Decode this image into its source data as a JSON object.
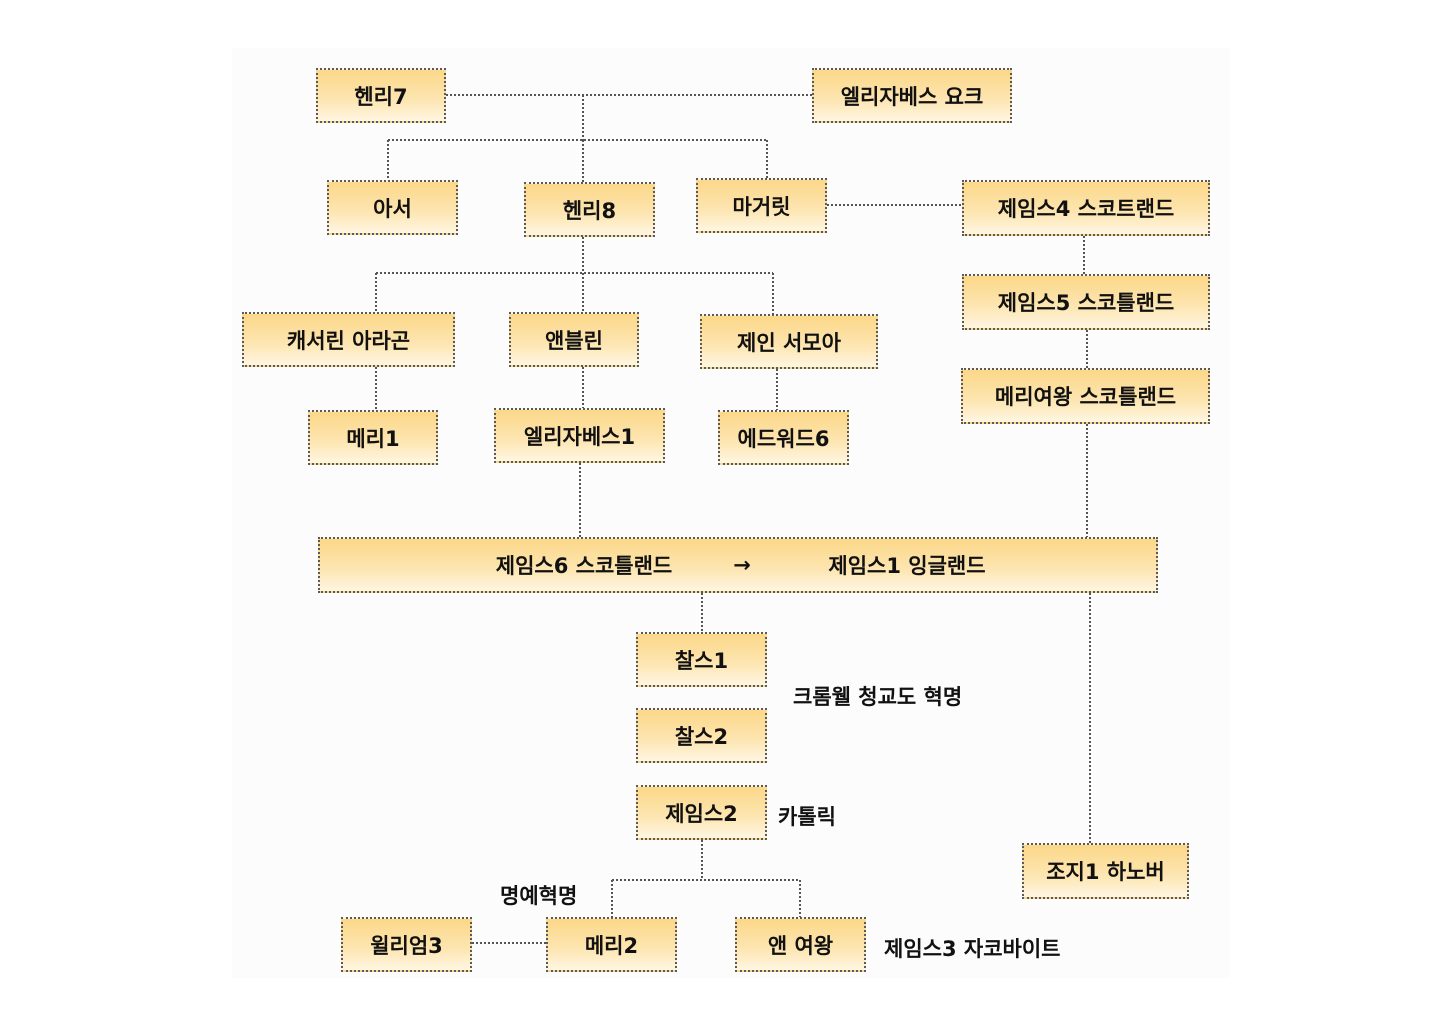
{
  "title": "영국 왕실 계보도",
  "nodes": {
    "henry7": "헨리7",
    "elizabeth_york": "엘리자베스 요크",
    "arthur": "아서",
    "henry8": "헨리8",
    "margaret": "마거릿",
    "james4": "제임스4 스코트랜드",
    "james5": "제임스5 스코틀랜드",
    "catherine": "캐서린 아라곤",
    "anne_boleyn": "앤블린",
    "jane_seymour": "제인 서모아",
    "mary_queen_scots": "메리여왕 스코틀랜드",
    "mary1": "메리1",
    "elizabeth1": "엘리자베스1",
    "edward6": "에드워드6",
    "james6": "제임스6 스코틀랜드",
    "arrow": "→",
    "james1": "제임스1 잉글랜드",
    "charles1": "찰스1",
    "charles2": "찰스2",
    "james2": "제임스2",
    "george1": "조지1 하노버",
    "william3": "윌리엄3",
    "mary2": "메리2",
    "queen_anne": "앤 여왕"
  },
  "annotations": {
    "cromwell": "크롬웰 청교도 혁명",
    "catholic": "카톨릭",
    "glorious": "명예혁명",
    "jacobite": "제임스3 자코바이트"
  }
}
